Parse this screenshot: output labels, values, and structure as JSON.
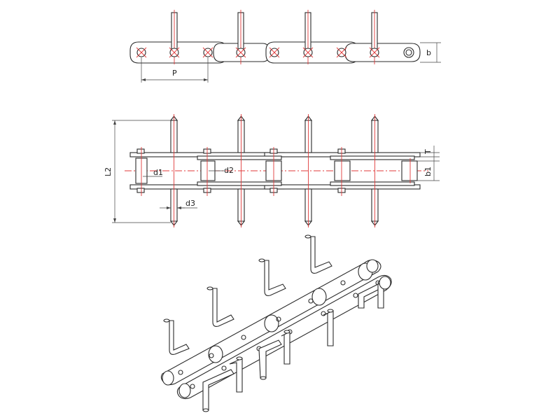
{
  "labels": {
    "pitch": "P",
    "plate_height": "b",
    "pin_diameter": "d1",
    "roller_diameter": "d2",
    "attachment_diameter": "d3",
    "total_length": "L2",
    "inner_width": "b1",
    "plate_thickness": "T"
  },
  "colors": {
    "outline": "#2b2b2b",
    "centerline": "#e03a3a",
    "background": "#ffffff"
  }
}
